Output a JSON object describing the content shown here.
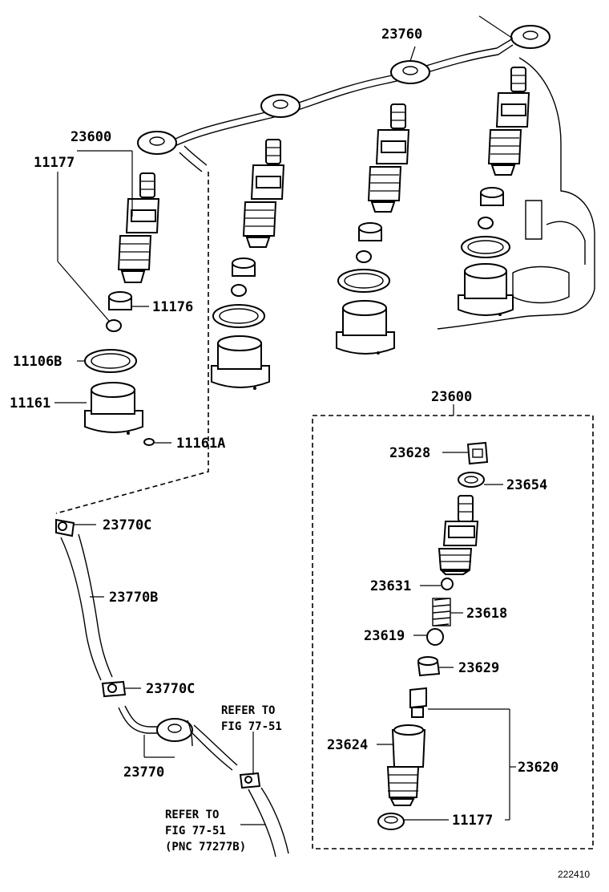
{
  "labels": {
    "p23760": "23760",
    "p23600_top": "23600",
    "p11177_top": "11177",
    "p11176": "11176",
    "p11106b": "11106B",
    "p11161": "11161",
    "p11161a": "11161A",
    "p23770c_top": "23770C",
    "p23770b": "23770B",
    "p23770c_bottom": "23770C",
    "p23770": "23770",
    "p23600_box": "23600",
    "p23628": "23628",
    "p23654": "23654",
    "p23631": "23631",
    "p23618": "23618",
    "p23619": "23619",
    "p23629": "23629",
    "p23624": "23624",
    "p23620": "23620",
    "p11177_box": "11177"
  },
  "notes": {
    "refer1_line1": "REFER TO",
    "refer1_line2": "FIG 77-51",
    "refer2_line1": "REFER TO",
    "refer2_line2": "FIG 77-51",
    "refer2_line3": "(PNC 77277B)"
  },
  "figure_number": "222410"
}
